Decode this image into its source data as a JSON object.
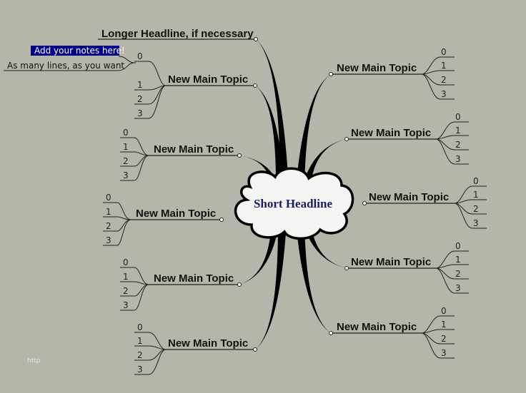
{
  "central": {
    "label": "Short Headline"
  },
  "headline": {
    "label": "Longer Headline, if necessary"
  },
  "notes": {
    "highlight": "Add your notes here!",
    "line": "As many lines, as you want"
  },
  "watermark": "http",
  "topics": [
    {
      "label": "New Main Topic",
      "side": "left",
      "subtopics": [
        "0",
        "1",
        "2",
        "3"
      ]
    },
    {
      "label": "New Main Topic",
      "side": "left",
      "subtopics": [
        "0",
        "1",
        "2",
        "3"
      ]
    },
    {
      "label": "New Main Topic",
      "side": "left",
      "subtopics": [
        "0",
        "1",
        "2",
        "3"
      ]
    },
    {
      "label": "New Main Topic",
      "side": "left",
      "subtopics": [
        "0",
        "1",
        "2",
        "3"
      ]
    },
    {
      "label": "New Main Topic",
      "side": "left",
      "subtopics": [
        "0",
        "1",
        "2",
        "3"
      ]
    },
    {
      "label": "New Main Topic",
      "side": "right",
      "subtopics": [
        "0",
        "1",
        "2",
        "3"
      ]
    },
    {
      "label": "New Main Topic",
      "side": "right",
      "subtopics": [
        "0",
        "1",
        "2",
        "3"
      ]
    },
    {
      "label": "New Main Topic",
      "side": "right",
      "subtopics": [
        "0",
        "1",
        "2",
        "3"
      ]
    },
    {
      "label": "New Main Topic",
      "side": "right",
      "subtopics": [
        "0",
        "1",
        "2",
        "3"
      ]
    },
    {
      "label": "New Main Topic",
      "side": "right",
      "subtopics": [
        "0",
        "1",
        "2",
        "3"
      ]
    }
  ],
  "colors": {
    "background": "#b6b5a9",
    "note_highlight": "#00008b",
    "central_text": "#1a1a6e"
  }
}
